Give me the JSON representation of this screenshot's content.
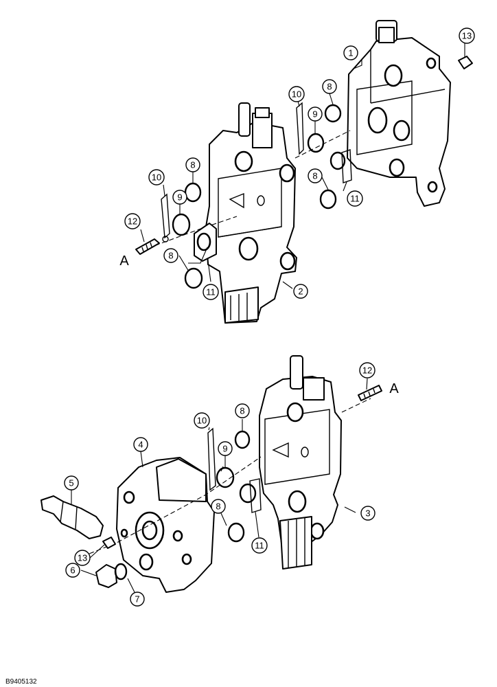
{
  "figure_id": "B9405132",
  "reference_letter": "A",
  "callouts": {
    "c1": "1",
    "c2": "2",
    "c3": "3",
    "c4": "4",
    "c5": "5",
    "c6": "6",
    "c7": "7",
    "c8": "8",
    "c9": "9",
    "c10": "10",
    "c11": "11",
    "c12": "12",
    "c13": "13"
  }
}
